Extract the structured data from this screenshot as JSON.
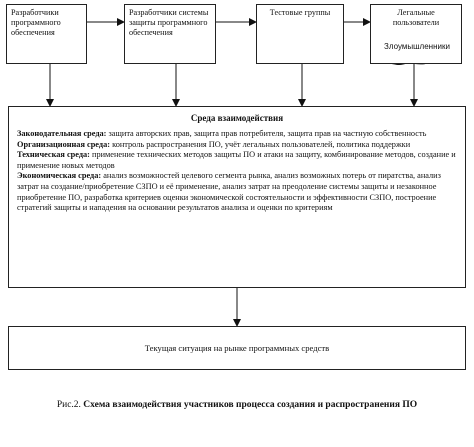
{
  "top_boxes": {
    "developers_software": "Разработчики программного обеспечения",
    "developers_protection": "Разработчики системы защиты программного обеспечения",
    "test_groups": "Тестовые группы",
    "legal_users": "Легальные пользователи",
    "attackers": "Злоумышленники"
  },
  "environment": {
    "title": "Среда взаимодействия",
    "legislative_label": "Законодательная среда:",
    "legislative_text": "защита авторских прав, защита прав потребителя, защита прав на частную собственность",
    "organizational_label": "Организационная среда:",
    "organizational_text": "контроль распространения ПО, учёт легальных пользователей, политика поддержки",
    "technical_label": "Техническая среда:",
    "technical_text": "применение технических методов защиты ПО и атаки на защиту, комбинирование методов, создание и применение новых методов",
    "economic_label": "Экономическая среда:",
    "economic_text": "анализ возможностей целевого сегмента рынка, анализ возможных потерь от пиратства, анализ затрат на создание/приобретение СЗПО и её применение, анализ затрат на преодоление системы защиты и незаконное приобретение ПО, разработка критериев оценки экономической состоятельности и эффективности СЗПО, построение стратегий защиты и нападения на основании результатов анализа и оценки по критериям"
  },
  "market_box": "Текущая ситуация на рынке программных средств",
  "caption": {
    "prefix": "Рис.2.",
    "title": "Схема взаимодействия участников процесса создания и распространения ПО"
  }
}
